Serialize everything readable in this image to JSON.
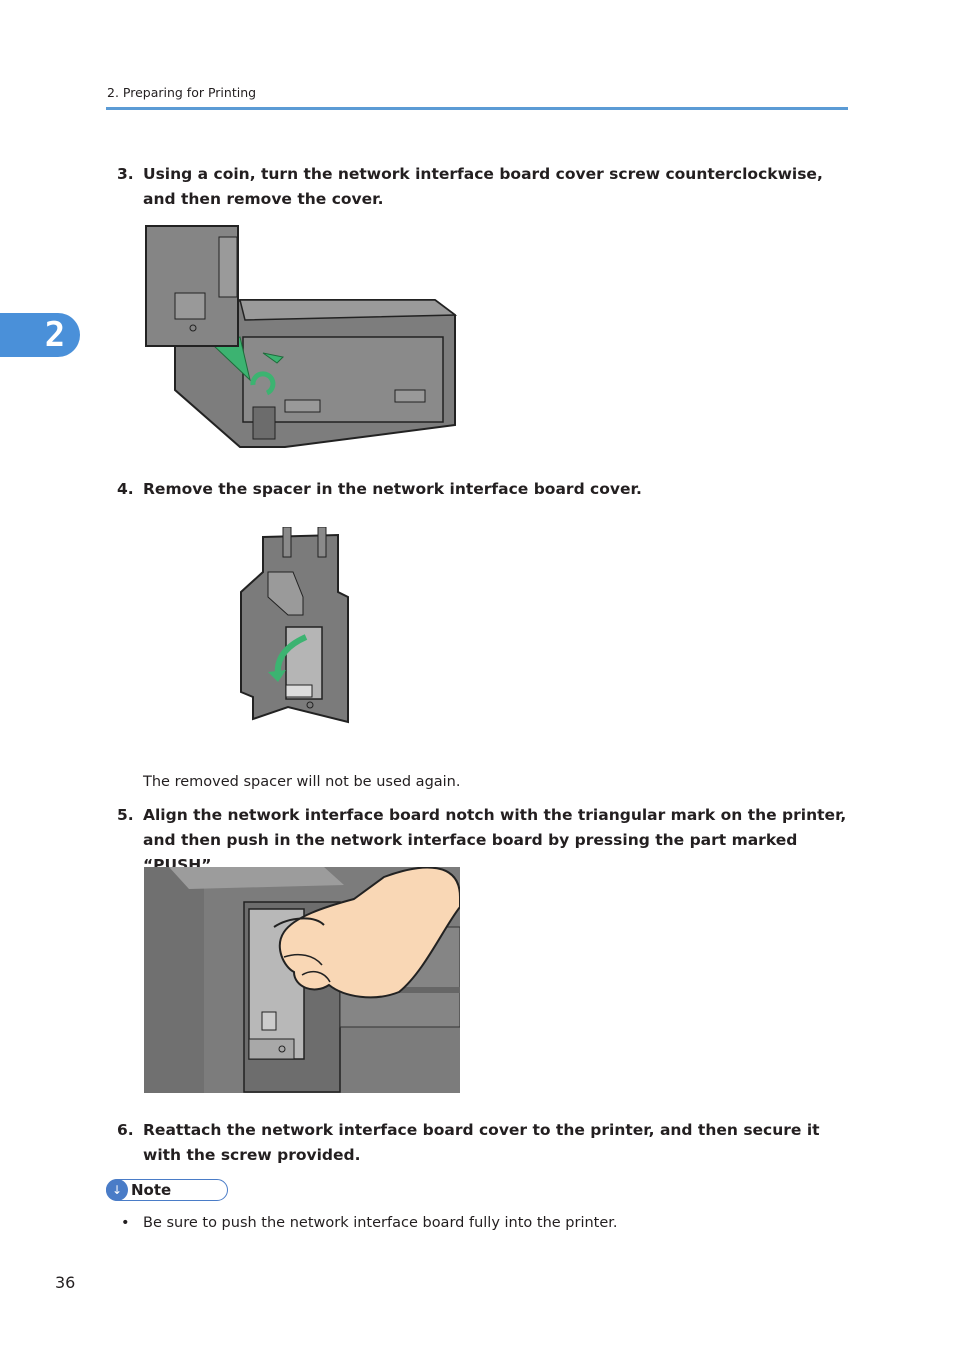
{
  "header": {
    "section": "2. Preparing for Printing"
  },
  "chapter_tab": {
    "number": "2"
  },
  "steps": [
    {
      "number": "3.",
      "text": "Using a coin, turn the network interface board cover screw counterclockwise, and then remove the cover."
    },
    {
      "number": "4.",
      "text": "Remove the spacer in the network interface board cover."
    },
    {
      "number": "5.",
      "text": "Align the network interface board notch with the triangular mark on the printer, and then push in the network interface board by pressing the part marked “PUSH”."
    },
    {
      "number": "6.",
      "text": "Reattach the network interface board cover to the printer, and then secure it with the screw provided."
    }
  ],
  "step4_note": "The removed spacer will not be used again.",
  "note": {
    "label": "Note",
    "bullets": [
      "Be sure to push the network interface board fully into the printer."
    ]
  },
  "footer": {
    "page_number": "36"
  },
  "colors": {
    "accent": "#4a90d9",
    "rule": "#5b9bd5",
    "arrow_green": "#3cb371",
    "skin": "#f9d7b5"
  }
}
